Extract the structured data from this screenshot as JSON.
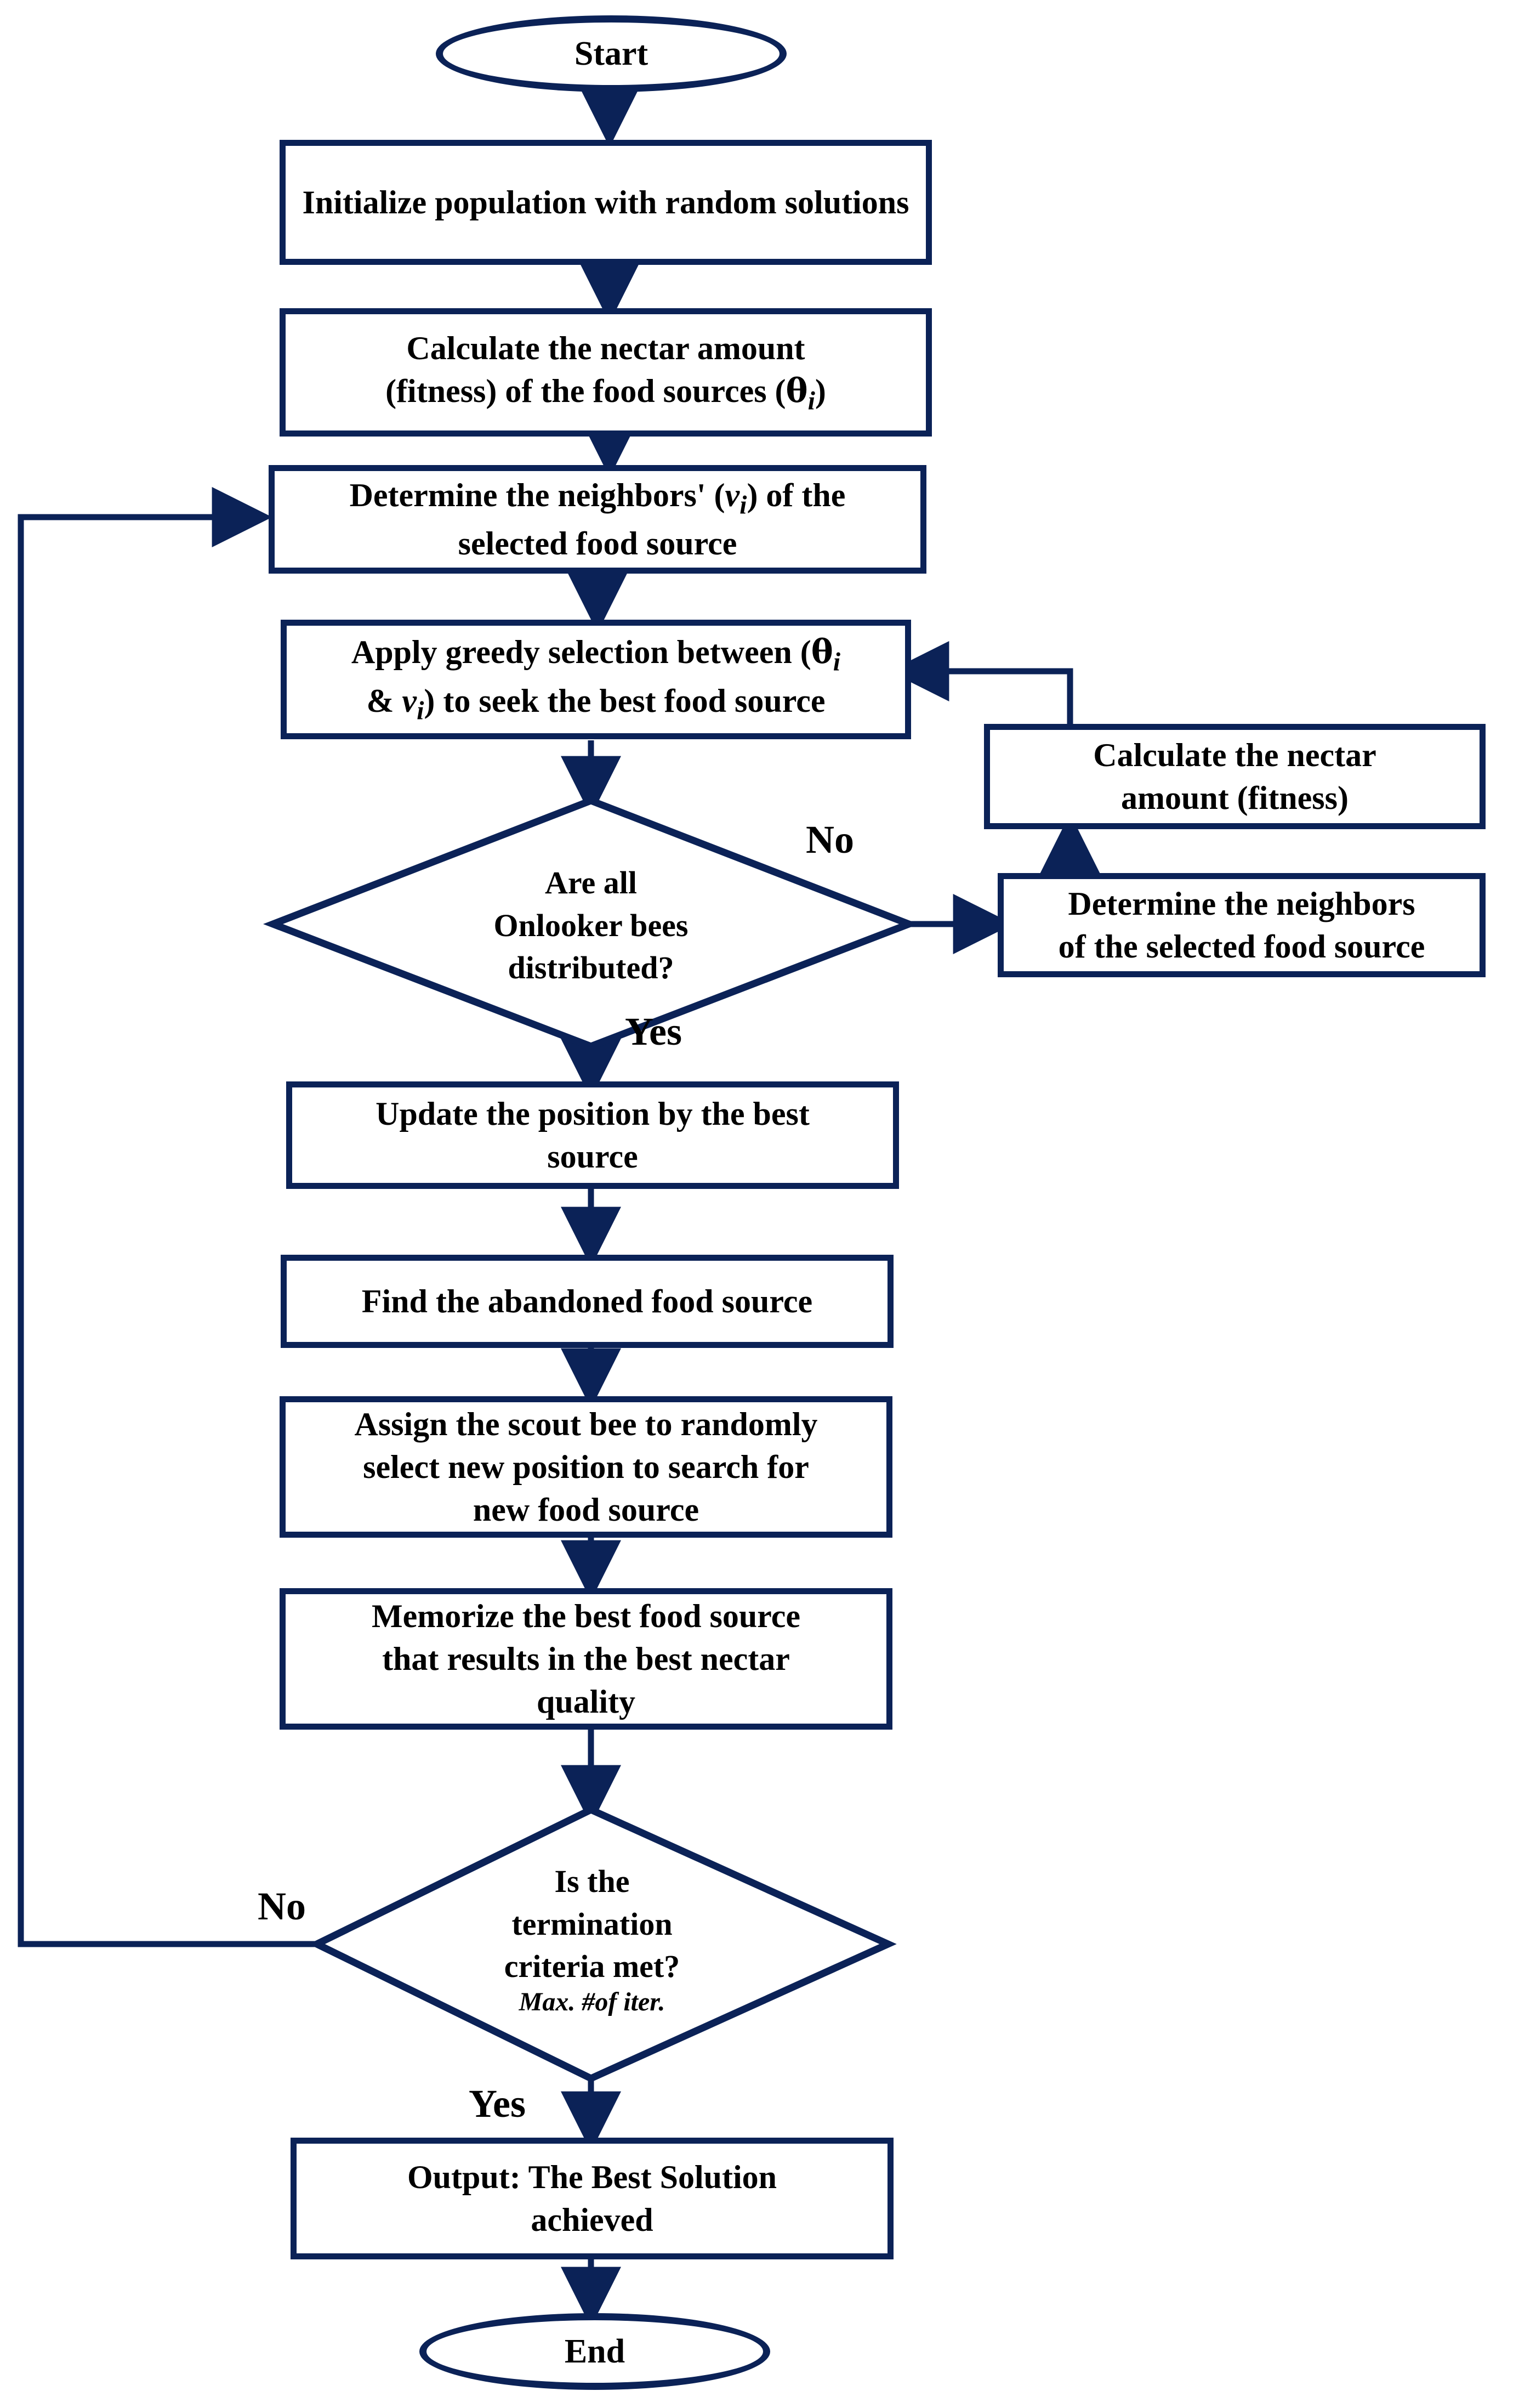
{
  "diagram": {
    "title": "Artificial Bee Colony (ABC) algorithm flowchart",
    "accent_color": "#0b2257",
    "text_color": "#000000",
    "background_color": "#ffffff"
  },
  "nodes": {
    "start": {
      "label": "Start",
      "shape": "terminator"
    },
    "init": {
      "label": "Initialize population with random solutions",
      "shape": "process"
    },
    "calc_fitness_theta": {
      "line1": "Calculate the nectar amount",
      "line2_pre": "(fitness) of the food sources (",
      "line2_sym": "θ",
      "line2_sub": "i",
      "line2_post": ")",
      "shape": "process"
    },
    "determine_neighbors_v": {
      "line1_pre": "Determine the neighbors' (",
      "line1_sym": "v",
      "line1_sub": "i",
      "line1_post": ") of the",
      "line2": "selected food source",
      "shape": "process"
    },
    "greedy_selection": {
      "line1_pre": "Apply greedy selection between (",
      "line1_sym": "θ",
      "line1_sub": "i",
      "line2_amp": "& ",
      "line2_sym": "v",
      "line2_sub": "i",
      "line2_post": ") to seek the best food source",
      "shape": "process"
    },
    "onlooker_decision": {
      "line1": "Are all",
      "line2": "Onlooker bees",
      "line3": "distributed?",
      "shape": "decision"
    },
    "calc_nectar_right": {
      "line1": "Calculate the nectar",
      "line2": "amount (fitness)",
      "shape": "process"
    },
    "determine_neighbors_right": {
      "line1": "Determine the neighbors",
      "line2": "of the selected food source",
      "shape": "process"
    },
    "update_position": {
      "line1": "Update the position by the best",
      "line2": "source",
      "shape": "process"
    },
    "find_abandoned": {
      "label": "Find the abandoned food source",
      "shape": "process"
    },
    "assign_scout": {
      "line1": "Assign the scout bee to randomly",
      "line2": "select new position to search for",
      "line3": "new food source",
      "shape": "process"
    },
    "memorize_best": {
      "line1": "Memorize the best food source",
      "line2": "that results in the best nectar",
      "line3": "quality",
      "shape": "process"
    },
    "termination_decision": {
      "line1": "Is the",
      "line2": "termination",
      "line3": "criteria met?",
      "subtitle": "Max. #of iter.",
      "shape": "decision"
    },
    "output": {
      "line1": "Output: The Best Solution",
      "line2": "achieved",
      "shape": "process"
    },
    "end": {
      "label": "End",
      "shape": "terminator"
    }
  },
  "edge_labels": {
    "onlooker_no": "No",
    "onlooker_yes": "Yes",
    "termination_no": "No",
    "termination_yes": "Yes"
  }
}
